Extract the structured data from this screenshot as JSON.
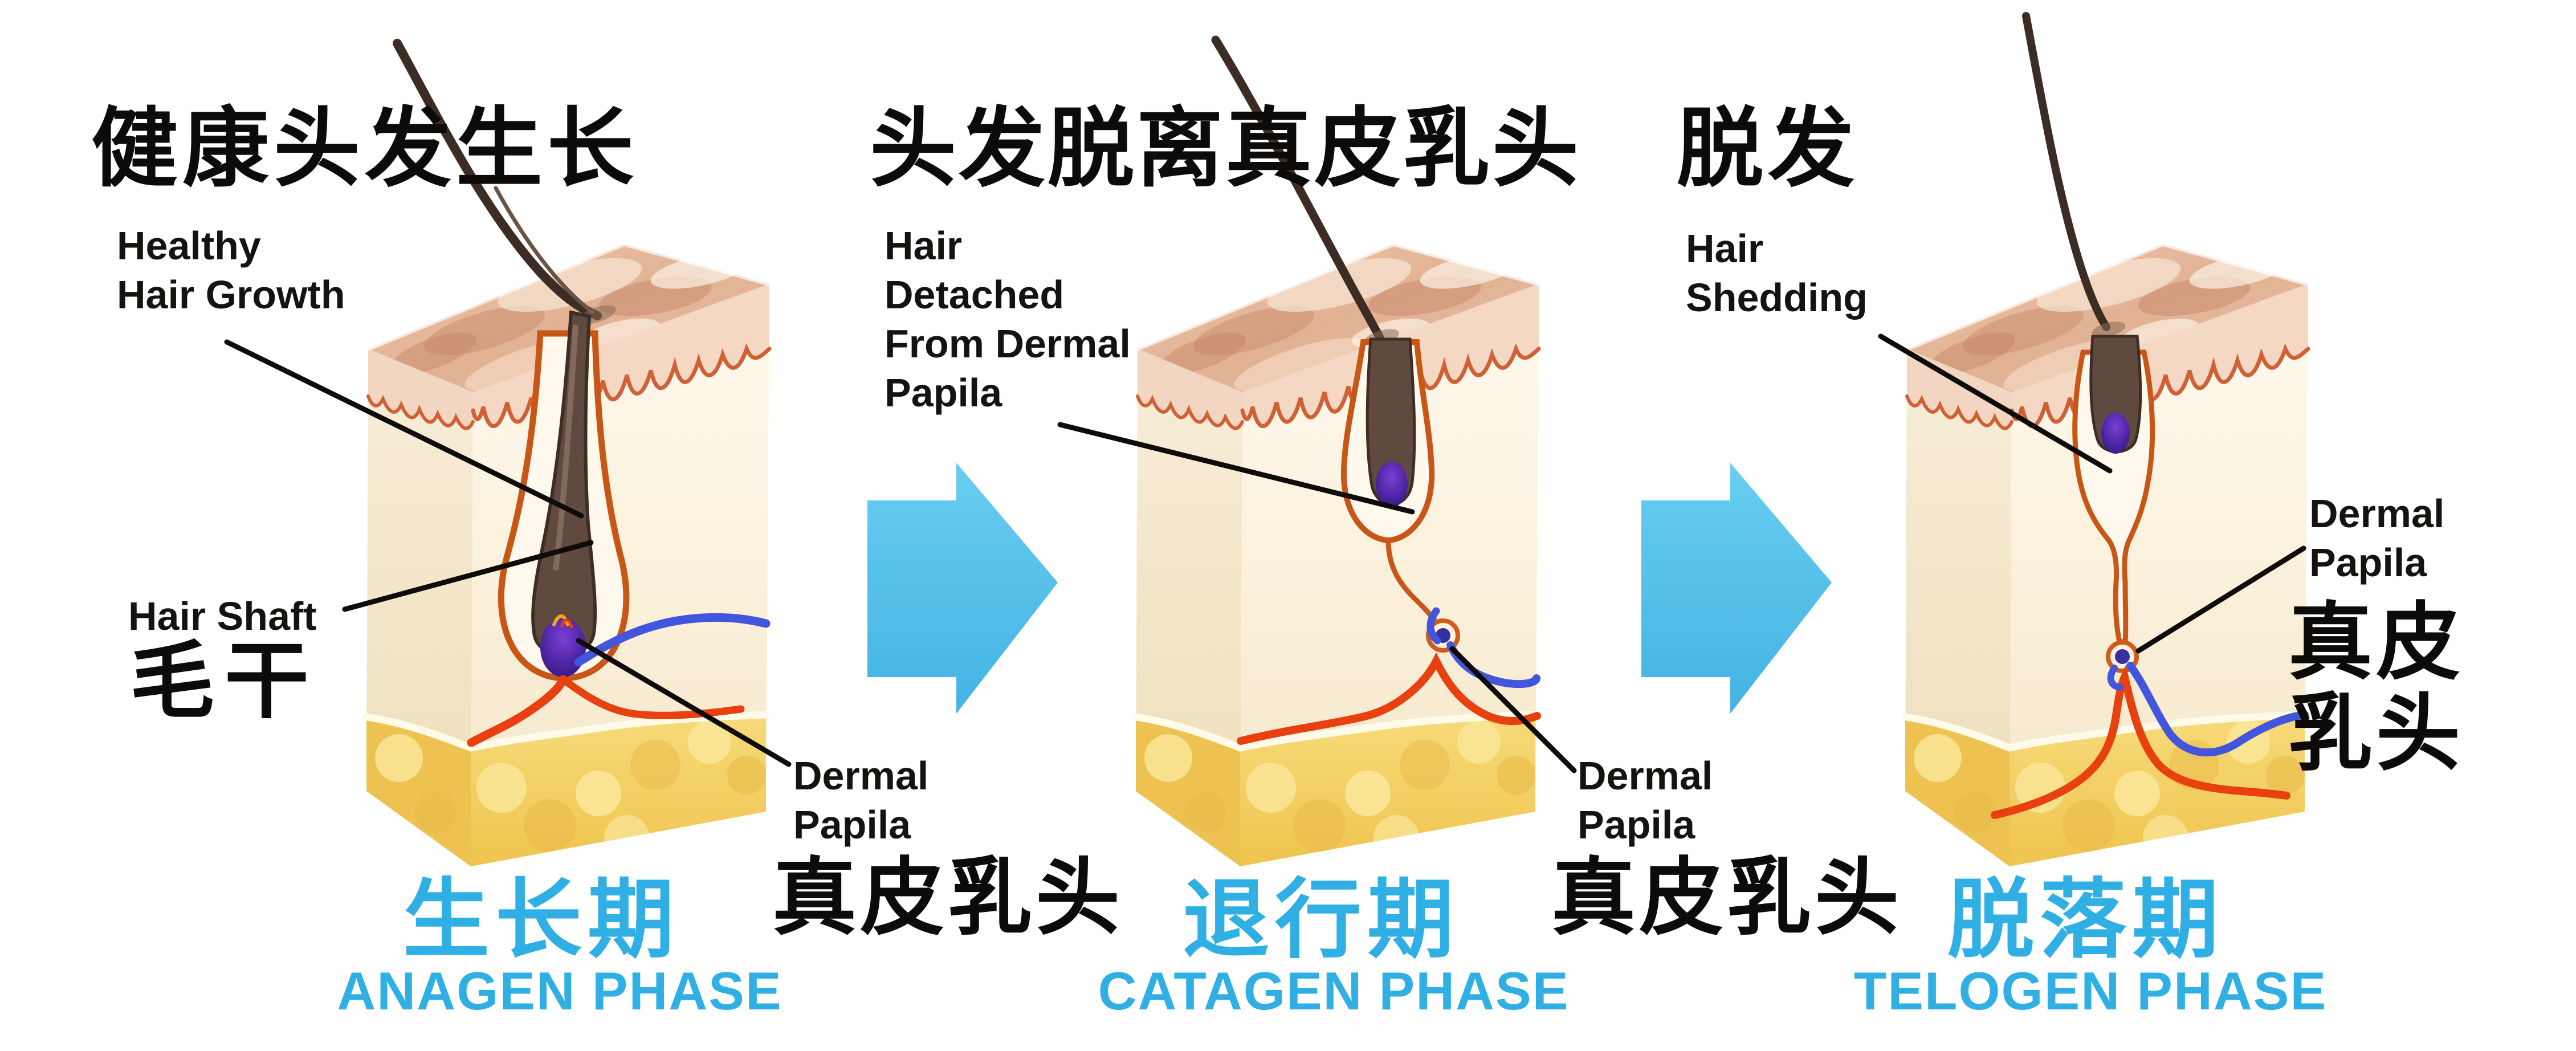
{
  "colors": {
    "phase_accent": "#2fafe3",
    "arrow_blue": "#58c3ea",
    "label_black": "#0e0c0a",
    "follicle_orange": "#c85717",
    "papilla_purple": "#4a23a0",
    "artery_red": "#e8400e",
    "vein_blue": "#4156dd",
    "fat_yellow": "#f2cb55",
    "skin_tan": "#e2b698"
  },
  "icons": {
    "arrow_1": "block-arrow-right",
    "arrow_2": "block-arrow-right"
  },
  "panels": [
    {
      "title_zh": "健康头发生长",
      "en_lines": [
        "Healthy",
        "Hair Growth"
      ],
      "shaft_en": "Hair Shaft",
      "shaft_zh": "毛干",
      "papila_en_lines": [
        "Dermal",
        "Papila"
      ],
      "papila_zh": "真皮乳头",
      "phase_zh": "生长期",
      "phase_en": "ANAGEN PHASE"
    },
    {
      "title_zh": "头发脱离真皮乳头",
      "en_lines": [
        "Hair",
        "Detached",
        "From Dermal",
        "Papila"
      ],
      "papila_en_lines": [
        "Dermal",
        "Papila"
      ],
      "papila_zh": "真皮乳头",
      "phase_zh": "退行期",
      "phase_en": "CATAGEN PHASE"
    },
    {
      "title_zh": "脱发",
      "en_lines": [
        "Hair",
        "Shedding"
      ],
      "papila_en_lines": [
        "Dermal",
        "Papila"
      ],
      "papila_zh_lines": [
        "真皮",
        "乳头"
      ],
      "phase_zh": "脱落期",
      "phase_en": "TELOGEN PHASE"
    }
  ]
}
